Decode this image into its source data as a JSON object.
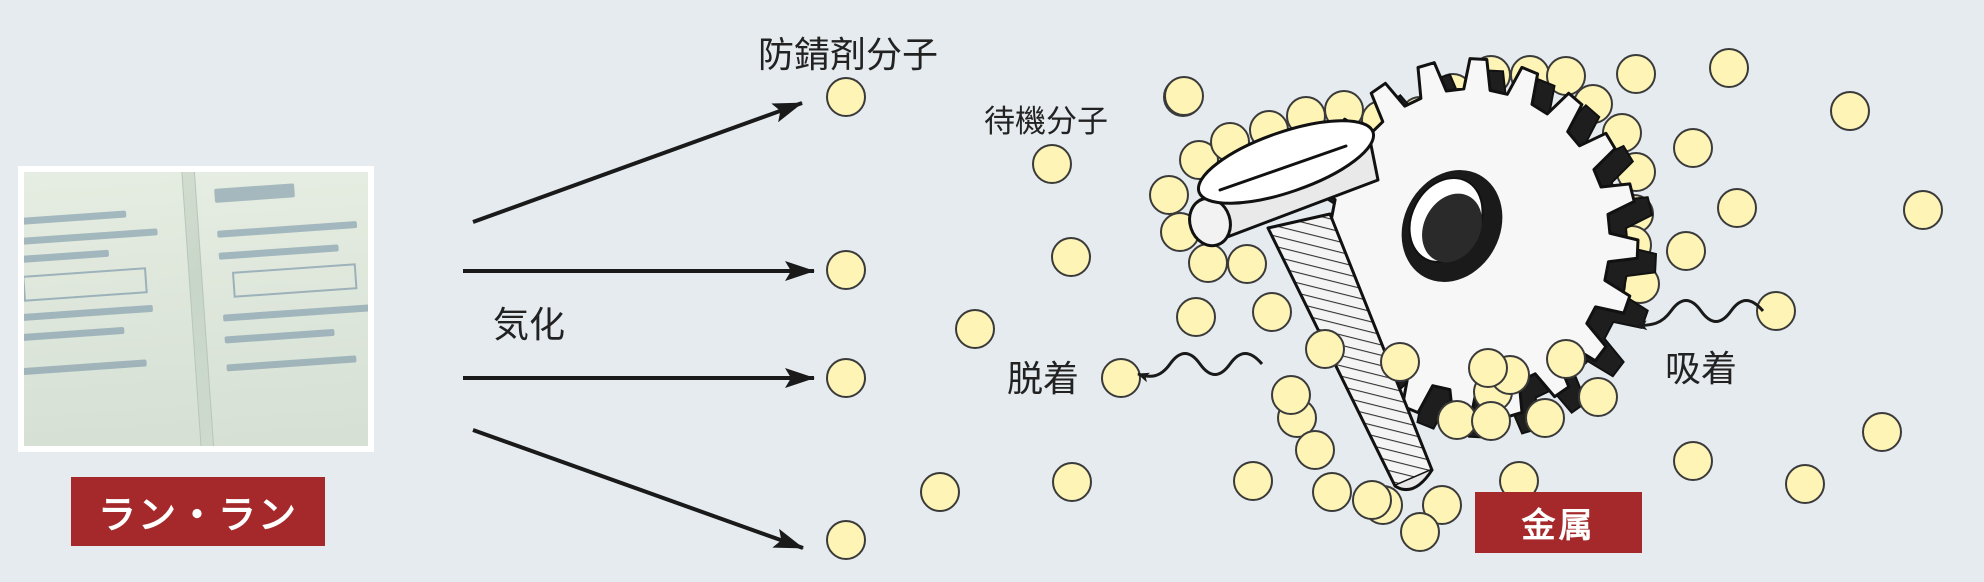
{
  "product_label": "ラン・ラン",
  "vaporize_label": "気化",
  "molecule_label": "防錆剤分子",
  "waiting_label": "待機分子",
  "desorption_label": "脱着",
  "adsorption_label": "吸着",
  "metal_label": "金属",
  "colors": {
    "background": "#e5ebef",
    "tag": "#a5282a",
    "molecule_fill": "#fdf4b6",
    "molecule_stroke": "#3a3a3a",
    "arrow": "#1a1a1a"
  }
}
